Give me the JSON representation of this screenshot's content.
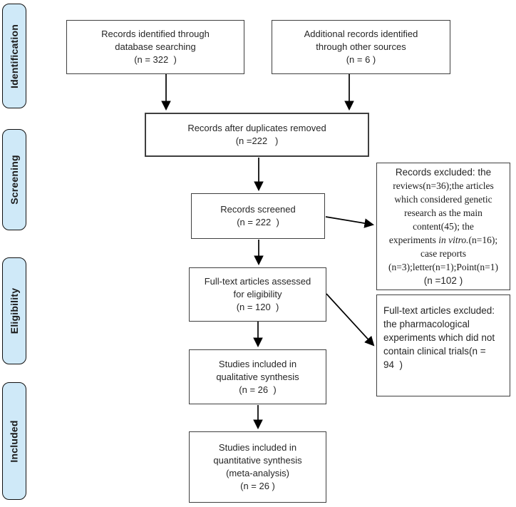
{
  "colors": {
    "stage-fill": "#cfe9f8",
    "stage-border": "#111111",
    "box-border": "#3f3f3f",
    "arrow-color": "#000000",
    "text-color": "#262626"
  },
  "sidebar": {
    "items": [
      {
        "label": "Identification"
      },
      {
        "label": "Screening"
      },
      {
        "label": "Eligibility"
      },
      {
        "label": "Included"
      }
    ]
  },
  "boxes": {
    "records_identified": {
      "lines": [
        "Records identified through",
        "database searching",
        "(n = 322  )"
      ]
    },
    "additional_records": {
      "lines": [
        "Additional records identified",
        "through other sources",
        "(n = 6 )"
      ]
    },
    "duplicates_removed": {
      "lines": [
        "Records after duplicates removed",
        "(n =222   )"
      ]
    },
    "records_screened": {
      "lines": [
        "Records screened",
        "(n = 222  )"
      ]
    },
    "records_excluded": {
      "line_sans_top": "Records excluded: the",
      "serif_lines": [
        "reviews(n=36);the articles",
        "which considered genetic",
        "research as the main",
        "content(45); the"
      ],
      "italic_line": {
        "prefix": "experiments ",
        "italic": "in vitro.",
        "suffix": "(n=16);"
      },
      "serif_lines2": [
        "case reports",
        "(n=3);letter(n=1);Point(n=1)"
      ],
      "line_sans_bottom": "(n =102 )"
    },
    "fulltext_assessed": {
      "lines": [
        "Full-text articles assessed",
        "for eligibility",
        "(n = 120  )"
      ]
    },
    "fulltext_excluded": {
      "lines": [
        "Full-text articles excluded:",
        "the pharmacological",
        "experiments which did not",
        "contain clinical trials(n =",
        "94  )"
      ]
    },
    "qualitative_synthesis": {
      "lines": [
        "Studies included in",
        "qualitative synthesis",
        "(n = 26  )"
      ]
    },
    "quantitative_synthesis": {
      "lines": [
        "Studies included in",
        "quantitative synthesis",
        "(meta-analysis)",
        "(n = 26 )"
      ]
    }
  }
}
